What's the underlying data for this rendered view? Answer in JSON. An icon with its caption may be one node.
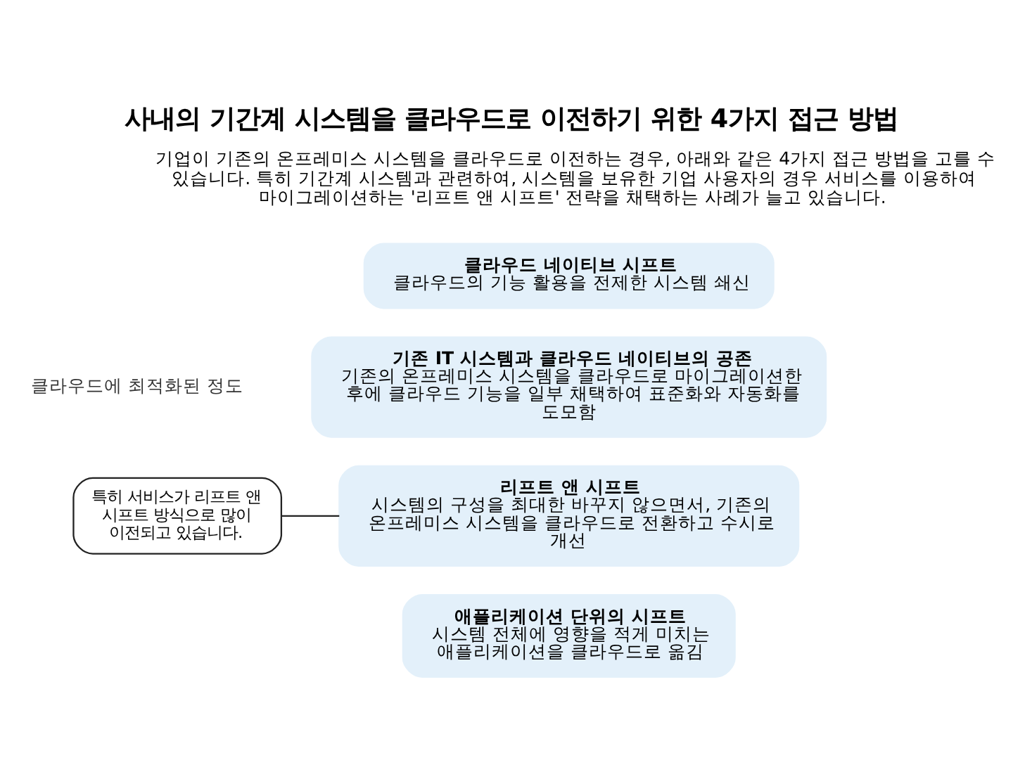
{
  "diagram": {
    "title": "사내의 기간계 시스템을 클라우드로 이전하기 위한 4가지 접근 방법",
    "nodes": [
      {
        "text": [
          "클라우드 네이티브 시프트",
          "클라우드의 기능 활용을 전제한 시스템 쇄신"
        ]
      },
      {
        "text": [
          "기존 IT 시스템과 클라우드 네이티브의 공존",
          "기존의 온프레미스 시스템을 클라우드로 마이그레이션한 후에 클라우드 기능을 일부 채택하여 표준화와 자동화를 도모함"
        ]
      },
      {
        "text": [
          "리프트 앤 시프트",
          "시스템의 구성을 최대한 바꾸지 않으면서, 기존의 온프레미스 시스템을 클라우드로 전환하고 수시로 개선"
        ]
      },
      {
        "text": [
          "특히 서비스가 리프트 앤 시프트 방식으로 많이 이전되고 있습니다."
        ]
      },
      {
        "text": [
          "애플리케이션 단위의 시프트",
          "시스템 전체에 영향을 적게 미치는 애플리케이션을 클라우드로 옮김"
        ]
      }
    ],
    "edges": [
      {
        "from": 3,
        "to": 2,
        "arrow": "none"
      }
    ],
    "labels": [
      "기업이 기존의 온프레미스 시스템을 클라우드로 이전하는 경우, 아래와 같은 4가지 접근 방법을 고를 수 있습니다. 특히 기간계 시스템과 관련하여, 시스템을 보유한 기업 사용자의 경우 서비스를 이용하여 마이그레이션하는 '리프트 앤 시프트' 전략을 채택하는 사례가 늘고 있습니다.",
      "클라우드에 최적화된 정도"
    ]
  }
}
